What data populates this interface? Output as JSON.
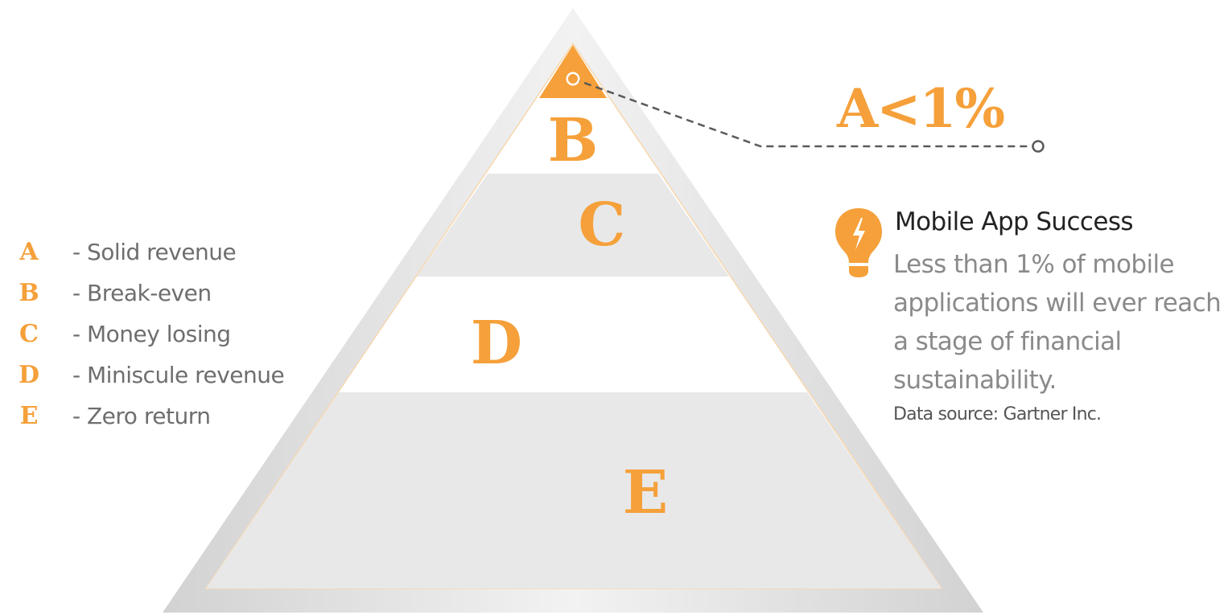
{
  "tiers": [
    {
      "letter": "A",
      "label": "- Solid revenue"
    },
    {
      "letter": "B",
      "label": "- Break-even"
    },
    {
      "letter": "C",
      "label": "- Money losing"
    },
    {
      "letter": "D",
      "label": "- Miniscule revenue"
    },
    {
      "letter": "E",
      "label": "- Zero return"
    }
  ],
  "callout": {
    "value": "A<1%"
  },
  "info": {
    "icon": "lightbulb-icon",
    "title": "Mobile App Success",
    "body": "Less than 1% of mobile applications will ever reach a stage of financial sustainability.",
    "source": "Data source: Gartner Inc."
  },
  "colors": {
    "accent": "#f5a03a",
    "band_gray": "#e8e8e8",
    "frame_gray": "#dcdcdc",
    "text_gray": "#8a8a8a",
    "dark_text": "#222222"
  }
}
